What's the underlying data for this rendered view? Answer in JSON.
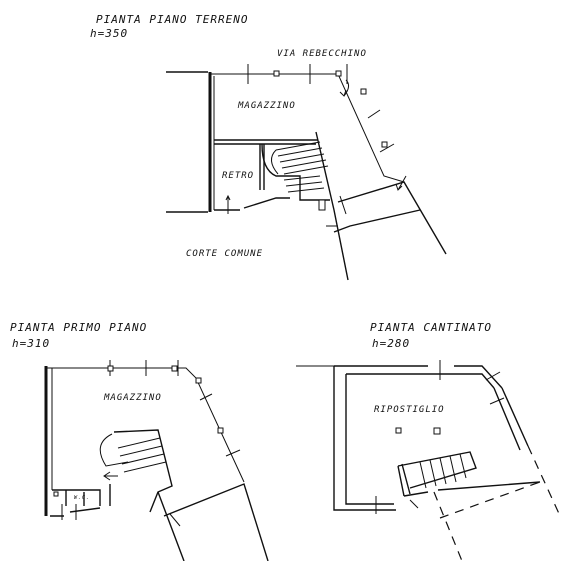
{
  "ground_floor": {
    "title": "PIANTA PIANO TERRENO",
    "height": "h=350",
    "street": "VIA REBECCHINO",
    "room_main": "MAGAZZINO",
    "room_back": "RETRO",
    "courtyard": "CORTE COMUNE"
  },
  "first_floor": {
    "title": "PIANTA PRIMO PIANO",
    "height": "h=310",
    "room_main": "MAGAZZINO",
    "wc": "W.C."
  },
  "basement": {
    "title": "PIANTA CANTINATO",
    "height": "h=280",
    "room_main": "RIPOSTIGLIO"
  }
}
